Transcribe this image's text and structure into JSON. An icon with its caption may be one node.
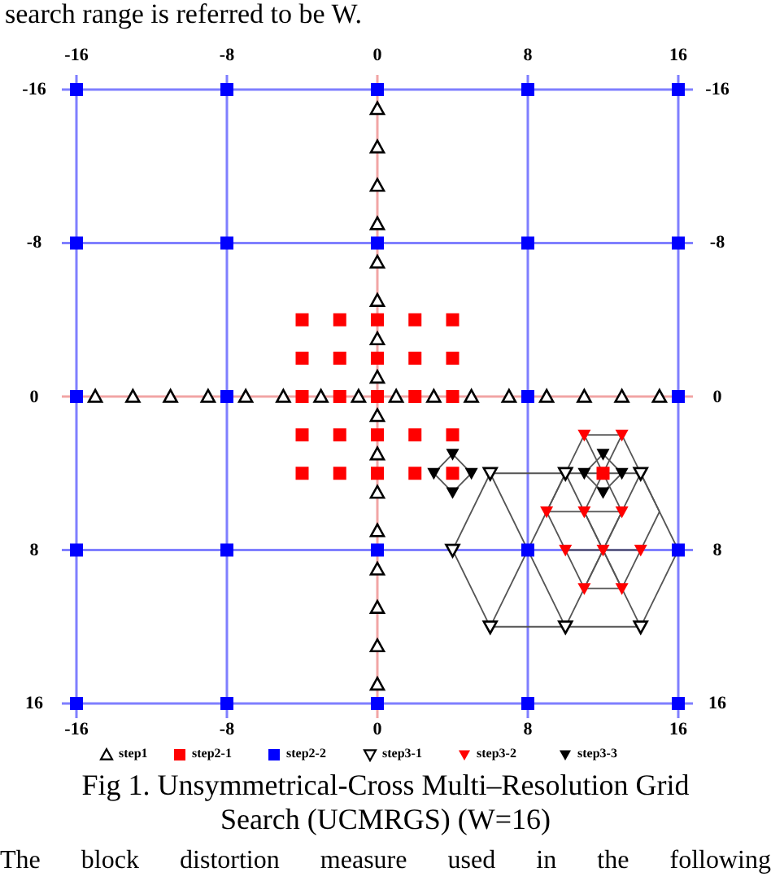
{
  "diagram": {
    "caption": "Fig 1. Unsymmetrical-Cross Multi–Resolution Grid Search (UCMRGS) (W=16)",
    "labels": [
      "search range is referred to be W.",
      "-16",
      "-8",
      "0",
      "8",
      "16",
      "-16",
      "-16",
      "-8",
      "-8",
      "0",
      "0",
      "8",
      "8",
      "16",
      "16",
      "-16",
      "-8",
      "0",
      "8",
      "16",
      "The block distortion measure used in the following"
    ],
    "legend": [
      {
        "text": "step1"
      },
      {
        "text": "step2-1",
        "color": "#ff0000"
      },
      {
        "text": "step2-2",
        "color": "#0000ff"
      },
      {
        "text": "step3-1"
      },
      {
        "text": "step3-2"
      },
      {
        "text": "step3-3"
      }
    ]
  }
}
